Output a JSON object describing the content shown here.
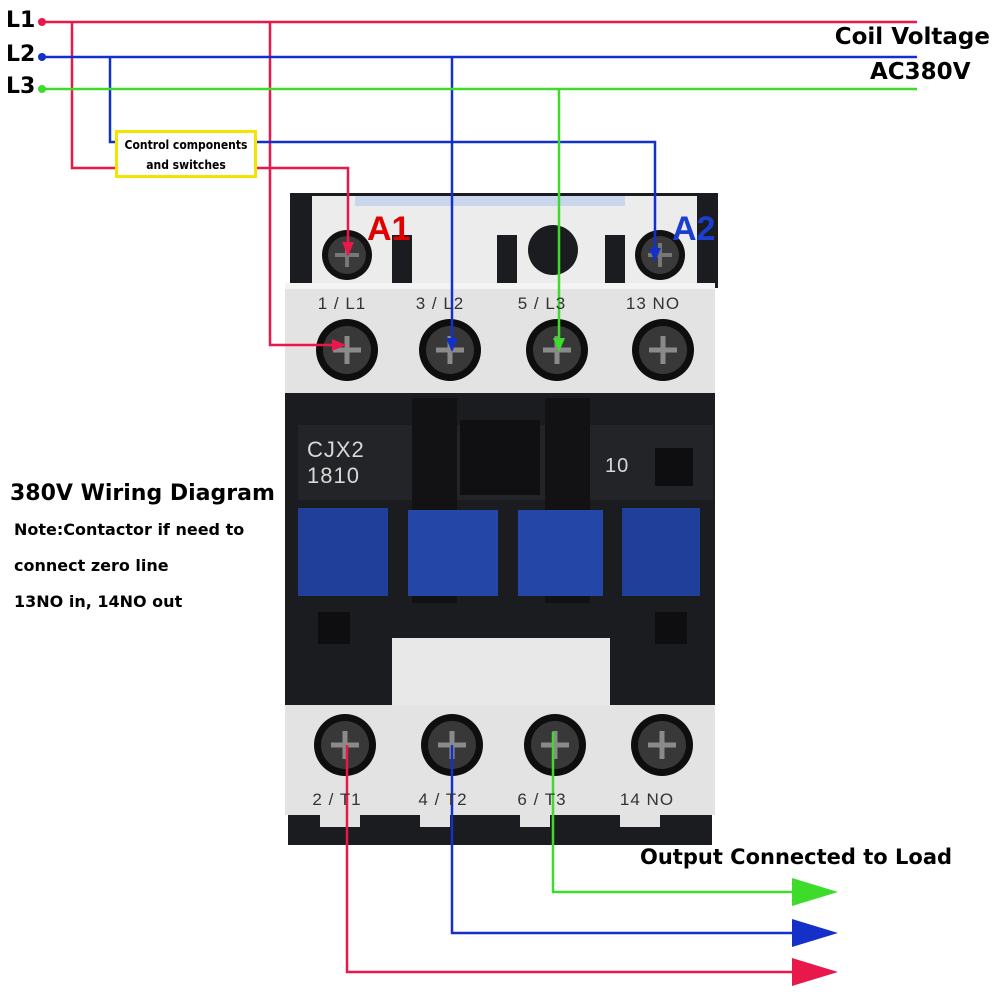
{
  "supply": {
    "L1": "L1",
    "L2": "L2",
    "L3": "L3"
  },
  "coil_voltage": {
    "title": "Coil Voltage",
    "value": "AC380V"
  },
  "control_box": {
    "line1": "Control components",
    "line2": "and switches"
  },
  "coil_terminals": {
    "a1": "A1",
    "a2": "A2"
  },
  "contactor": {
    "model_line1": "CJX2",
    "model_line2": "1810",
    "aux_code": "10",
    "top_terminals": [
      "1 / L1",
      "3 / L2",
      "5 / L3",
      "13 NO"
    ],
    "bottom_terminals": [
      "2 / T1",
      "4 / T2",
      "6 / T3",
      "14 NO"
    ],
    "body_color": "#1b1c1f",
    "window_color": "#1f3f9a",
    "terminal_block_color": "#e3e3e3"
  },
  "notes": {
    "heading": "380V Wiring Diagram",
    "line1": "Note:Contactor if need to",
    "line2": "connect zero line",
    "line3": "13NO in, 14NO out"
  },
  "output": {
    "label": "Output Connected to Load"
  },
  "wire_colors": {
    "L1": "#e8184a",
    "L2": "#1530c8",
    "L3": "#3ddc2a",
    "a1_label": "#e00000",
    "a2_label": "#1a3fd0",
    "control_box_border": "#f2e600"
  }
}
